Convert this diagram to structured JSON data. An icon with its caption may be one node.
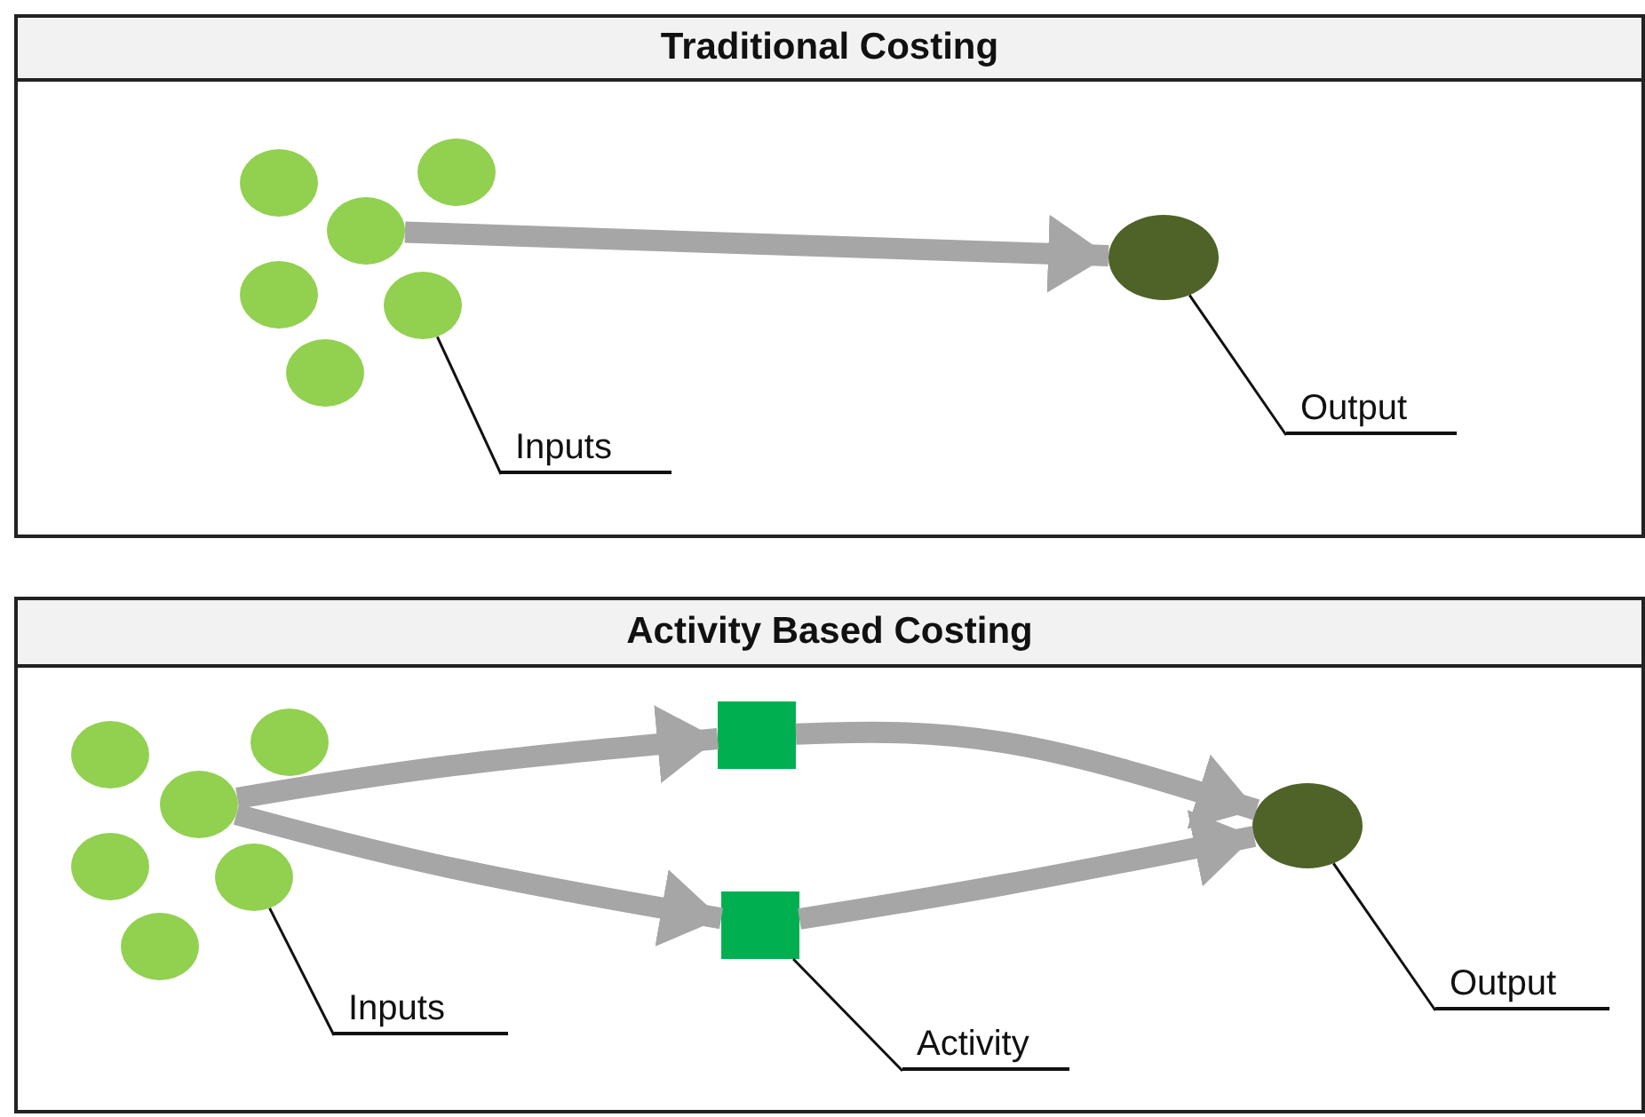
{
  "diagram": {
    "nodes": [
      {
        "text": [
          "Traditional Costing"
        ]
      },
      {
        "text": [],
        "shape": "circle",
        "in": 0
      },
      {
        "text": [],
        "shape": "circle",
        "in": 0
      },
      {
        "text": [],
        "shape": "circle",
        "in": 0
      },
      {
        "text": [],
        "shape": "circle",
        "in": 0
      },
      {
        "text": [],
        "shape": "circle",
        "in": 0
      },
      {
        "text": [],
        "shape": "circle",
        "in": 0
      },
      {
        "text": [],
        "shape": "circle",
        "in": 0
      },
      {
        "text": [
          "Inputs"
        ],
        "in": 0
      },
      {
        "text": [
          "Output"
        ],
        "in": 0
      },
      {
        "text": [
          "Activity Based Costing"
        ]
      },
      {
        "text": [],
        "shape": "circle",
        "in": 10
      },
      {
        "text": [],
        "shape": "circle",
        "in": 10
      },
      {
        "text": [],
        "shape": "circle",
        "in": 10
      },
      {
        "text": [],
        "shape": "circle",
        "in": 10
      },
      {
        "text": [],
        "shape": "circle",
        "in": 10
      },
      {
        "text": [],
        "shape": "circle",
        "in": 10
      },
      {
        "text": [],
        "shape": "box",
        "in": 10
      },
      {
        "text": [],
        "shape": "box",
        "in": 10
      },
      {
        "text": [],
        "shape": "circle",
        "in": 10
      },
      {
        "text": [
          "Inputs"
        ],
        "in": 10
      },
      {
        "text": [
          "Activity"
        ],
        "in": 10
      },
      {
        "text": [
          "Output"
        ],
        "in": 10
      }
    ],
    "edges": [
      {
        "from": 3,
        "to": 7,
        "arrow": "to",
        "style": "thick",
        "color": "#a6a6a6"
      },
      {
        "from": 8,
        "to": 5,
        "arrow": "none",
        "color": "#111111"
      },
      {
        "from": 9,
        "to": 7,
        "arrow": "none",
        "color": "#111111"
      },
      {
        "from": 13,
        "to": 17,
        "arrow": "to",
        "style": "thick",
        "color": "#a6a6a6"
      },
      {
        "from": 13,
        "to": 18,
        "arrow": "to",
        "style": "thick",
        "color": "#a6a6a6"
      },
      {
        "from": 17,
        "to": 19,
        "arrow": "to",
        "style": "thick",
        "color": "#a6a6a6"
      },
      {
        "from": 18,
        "to": 19,
        "arrow": "to",
        "style": "thick",
        "color": "#a6a6a6"
      },
      {
        "from": 20,
        "to": 15,
        "arrow": "none",
        "color": "#111111"
      },
      {
        "from": 21,
        "to": 18,
        "arrow": "none",
        "color": "#111111"
      },
      {
        "from": 22,
        "to": 19,
        "arrow": "none",
        "color": "#111111"
      }
    ]
  }
}
